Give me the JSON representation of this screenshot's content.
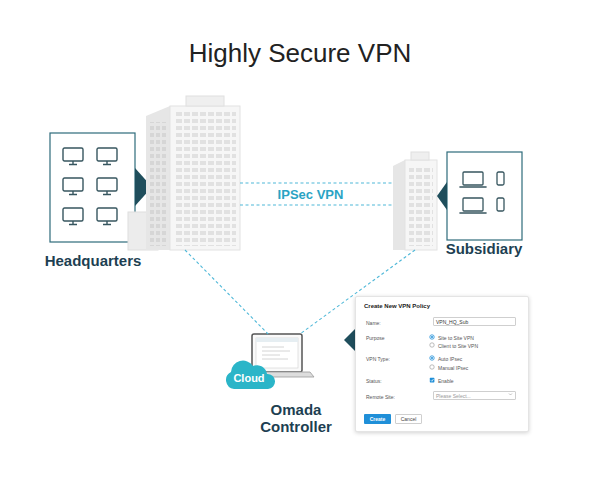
{
  "diagram": {
    "title": "Highly Secure VPN",
    "nodes": [
      {
        "text": [
          "Headquarters"
        ]
      },
      {
        "text": [
          "Subsidiary"
        ]
      },
      {
        "text": [
          "Cloud"
        ]
      },
      {
        "text": [
          "Omada Controller"
        ]
      },
      {
        "text": [
          "Create New VPN Policy",
          "Name:",
          "Purpose",
          "Site to Site VPN",
          "Client to Site VPN",
          "VPN Type:",
          "Auto IPsec",
          "Manual IPsec",
          "Status:",
          "Enable",
          "Remote Site:"
        ]
      },
      {
        "text": [
          "VPN_HQ_Sub"
        ],
        "in": 4
      },
      {
        "text": [
          "Please Select..."
        ],
        "in": 4
      },
      {
        "text": [
          "Create"
        ],
        "in": 4
      },
      {
        "text": [
          "Cancel"
        ],
        "in": 4
      }
    ],
    "edges": [
      {
        "from": 0,
        "to": 1,
        "label": "IPSec VPN",
        "arrow": "none"
      },
      {
        "from": 0,
        "to": 1,
        "arrow": "none"
      },
      {
        "from": 0,
        "to": 3,
        "arrow": "none"
      },
      {
        "from": 1,
        "to": 3,
        "arrow": "none"
      }
    ]
  }
}
